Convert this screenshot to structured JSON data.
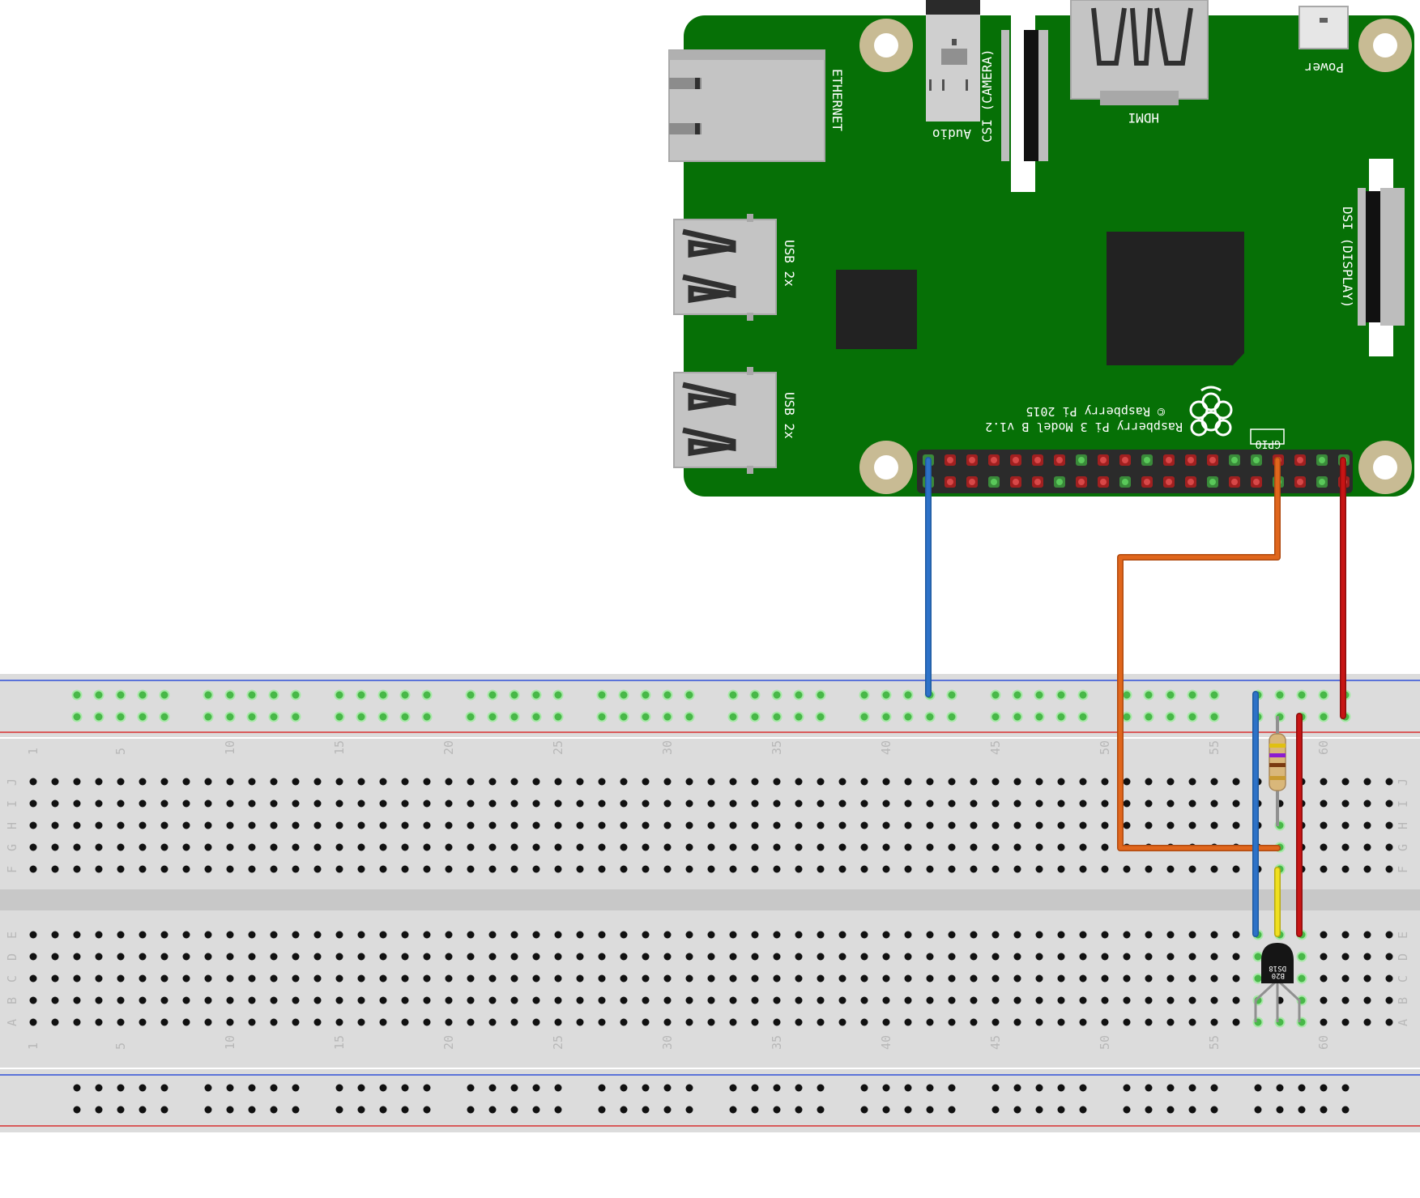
{
  "board": {
    "labels": {
      "ethernet": "ETHERNET",
      "usb_top": "USB 2x",
      "usb_bottom": "USB 2x",
      "audio": "Audio",
      "csi": "CSI (CAMERA)",
      "hdmi": "HDMI",
      "power": "Power",
      "dsi": "DSI (DISPLAY)",
      "gpio": "GPIO",
      "model": "Raspberry Pi 3 Model B v1.2",
      "copyright": "© Raspberry Pi 2015"
    },
    "colors": {
      "pcb": "#067006",
      "mount": "#c8bb94",
      "chip": "#222222",
      "connector": "#c4c4c4"
    }
  },
  "breadboard": {
    "row_letters_top": [
      "J",
      "I",
      "H",
      "G",
      "F"
    ],
    "row_letters_bottom": [
      "E",
      "D",
      "C",
      "B",
      "A"
    ],
    "column_numbers": [
      "1",
      "5",
      "10",
      "15",
      "20",
      "25",
      "30",
      "35",
      "40",
      "45",
      "50",
      "55",
      "60"
    ],
    "colors": {
      "body": "#dcdcdc",
      "rail_blue": "#3050d8",
      "rail_red": "#d83030"
    }
  },
  "components": {
    "sensor_label_1": "DS18",
    "sensor_label_2": "B20"
  },
  "wires": [
    {
      "name": "ground-wire",
      "color": "#2d72c8"
    },
    {
      "name": "data-wire",
      "color": "#e0661c"
    },
    {
      "name": "power-wire",
      "color": "#c81414"
    },
    {
      "name": "sensor-ground-jumper",
      "color": "#2d72c8"
    },
    {
      "name": "sensor-data-jumper",
      "color": "#f0e020"
    },
    {
      "name": "sensor-power-jumper",
      "color": "#c81414"
    }
  ]
}
